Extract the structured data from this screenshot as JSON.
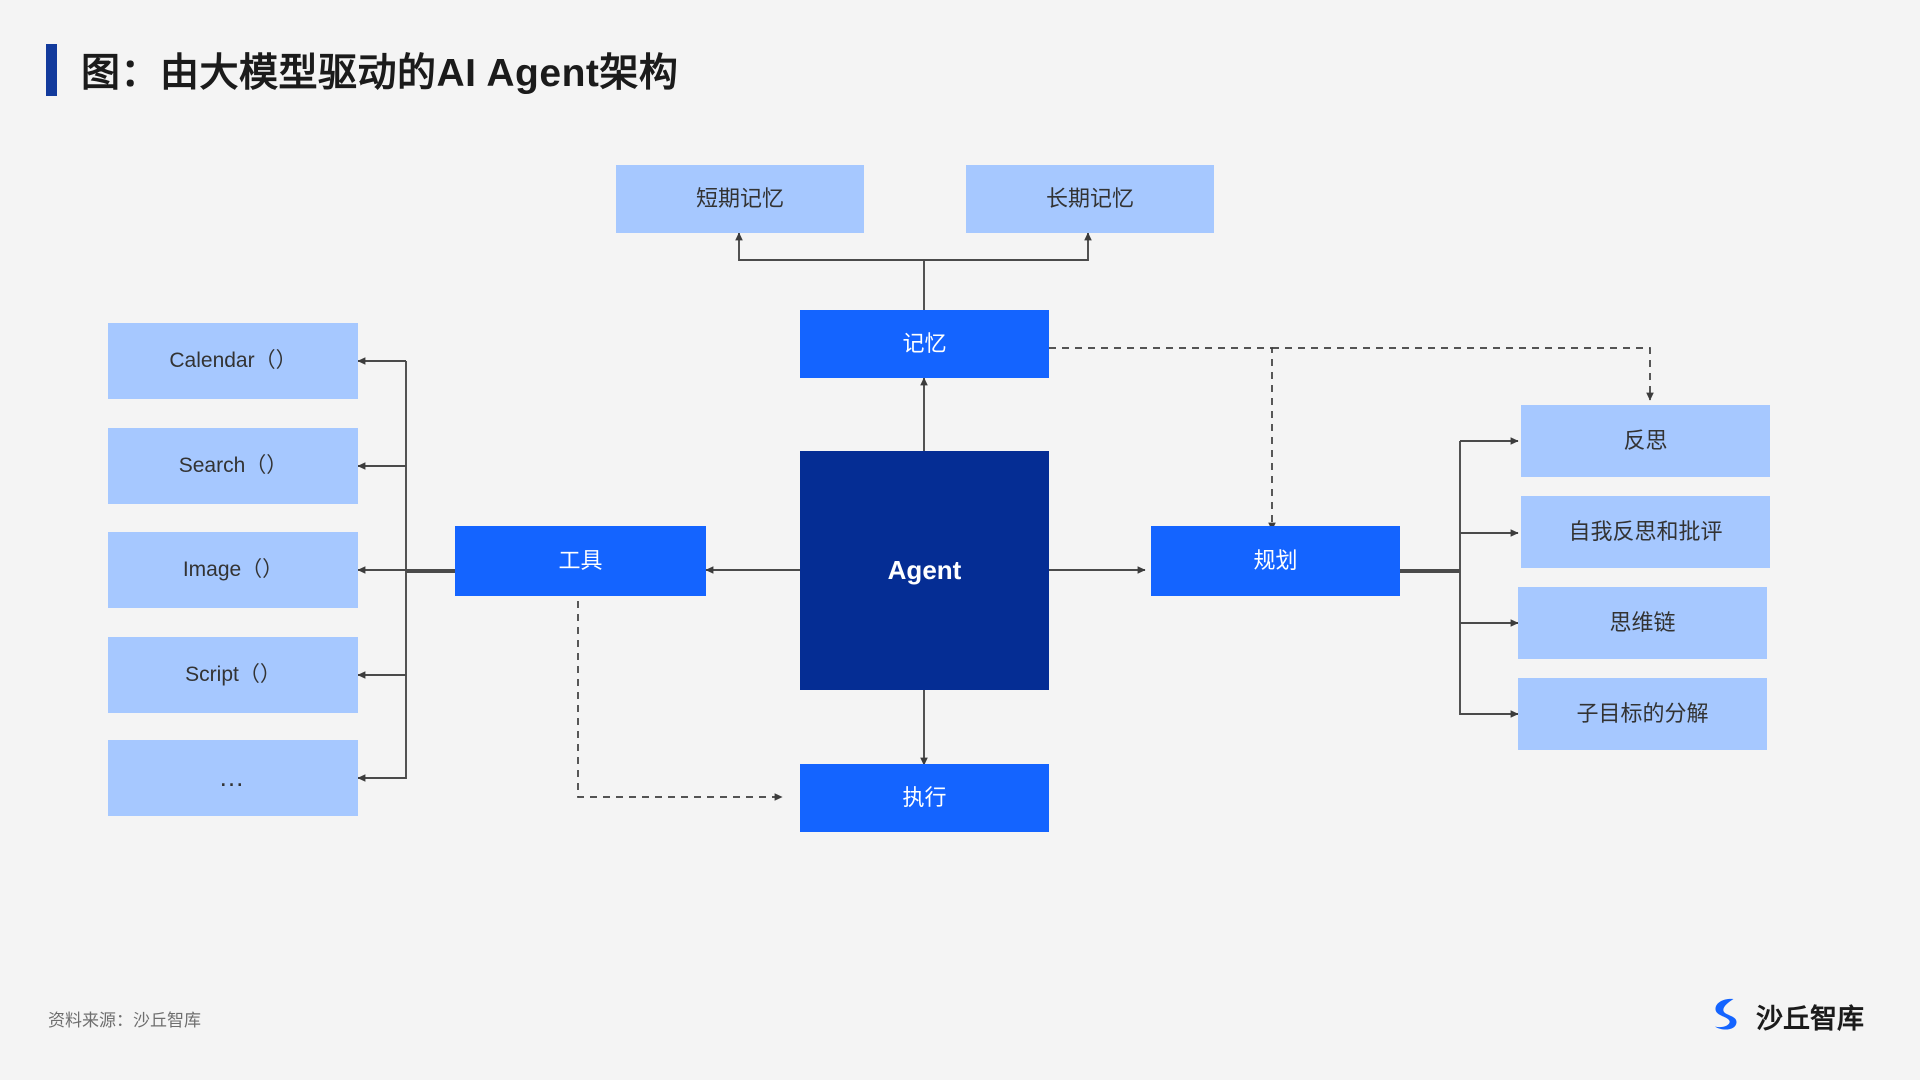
{
  "header": {
    "title": "图：由大模型驱动的AI Agent架构",
    "accent_color": "#123a9c"
  },
  "footer": {
    "source_label": "资料来源：沙丘智库",
    "logo_text": "沙丘智库",
    "logo_color": "#1464ff"
  },
  "palette": {
    "background": "#f4f4f4",
    "light_blue": "#a6c8ff",
    "bright_blue": "#1464ff",
    "dark_navy": "#052d94",
    "line": "#4a4a4a",
    "text_dark": "#333333",
    "text_light": "#ffffff"
  },
  "diagram": {
    "type": "block-architecture",
    "center": {
      "label": "Agent"
    },
    "pillars": [
      {
        "id": "memory",
        "label": "记忆"
      },
      {
        "id": "tools",
        "label": "工具"
      },
      {
        "id": "planning",
        "label": "规划"
      },
      {
        "id": "action",
        "label": "执行"
      }
    ],
    "memory_children": [
      {
        "label": "短期记忆"
      },
      {
        "label": "长期记忆"
      }
    ],
    "tool_children": [
      {
        "label": "Calendar（）"
      },
      {
        "label": "Search（）"
      },
      {
        "label": "Image（）"
      },
      {
        "label": "Script（）"
      },
      {
        "label": "…"
      }
    ],
    "planning_children": [
      {
        "label": "反思"
      },
      {
        "label": "自我反思和批评"
      },
      {
        "label": "思维链"
      },
      {
        "label": "子目标的分解"
      }
    ],
    "edges": [
      {
        "from": "记忆",
        "to": "短期记忆",
        "style": "solid",
        "direction": "up"
      },
      {
        "from": "记忆",
        "to": "长期记忆",
        "style": "solid",
        "direction": "up"
      },
      {
        "from": "Agent",
        "to": "记忆",
        "style": "solid",
        "direction": "up"
      },
      {
        "from": "Agent",
        "to": "工具",
        "style": "solid",
        "direction": "left"
      },
      {
        "from": "Agent",
        "to": "规划",
        "style": "solid",
        "direction": "right"
      },
      {
        "from": "Agent",
        "to": "执行",
        "style": "solid",
        "direction": "down"
      },
      {
        "from": "工具",
        "to": "Calendar（）",
        "style": "solid",
        "direction": "left"
      },
      {
        "from": "工具",
        "to": "Search（）",
        "style": "solid",
        "direction": "left"
      },
      {
        "from": "工具",
        "to": "Image（）",
        "style": "solid",
        "direction": "left"
      },
      {
        "from": "工具",
        "to": "Script（）",
        "style": "solid",
        "direction": "left"
      },
      {
        "from": "工具",
        "to": "…",
        "style": "solid",
        "direction": "left"
      },
      {
        "from": "规划",
        "to": "反思",
        "style": "solid",
        "direction": "right"
      },
      {
        "from": "规划",
        "to": "自我反思和批评",
        "style": "solid",
        "direction": "right"
      },
      {
        "from": "规划",
        "to": "思维链",
        "style": "solid",
        "direction": "right"
      },
      {
        "from": "规划",
        "to": "子目标的分解",
        "style": "solid",
        "direction": "right"
      },
      {
        "from": "记忆",
        "to": "规划",
        "style": "dashed",
        "direction": "down"
      },
      {
        "from": "记忆",
        "to": "反思",
        "style": "dashed",
        "direction": "down"
      },
      {
        "from": "工具",
        "to": "执行",
        "style": "dashed",
        "direction": "right"
      }
    ]
  }
}
